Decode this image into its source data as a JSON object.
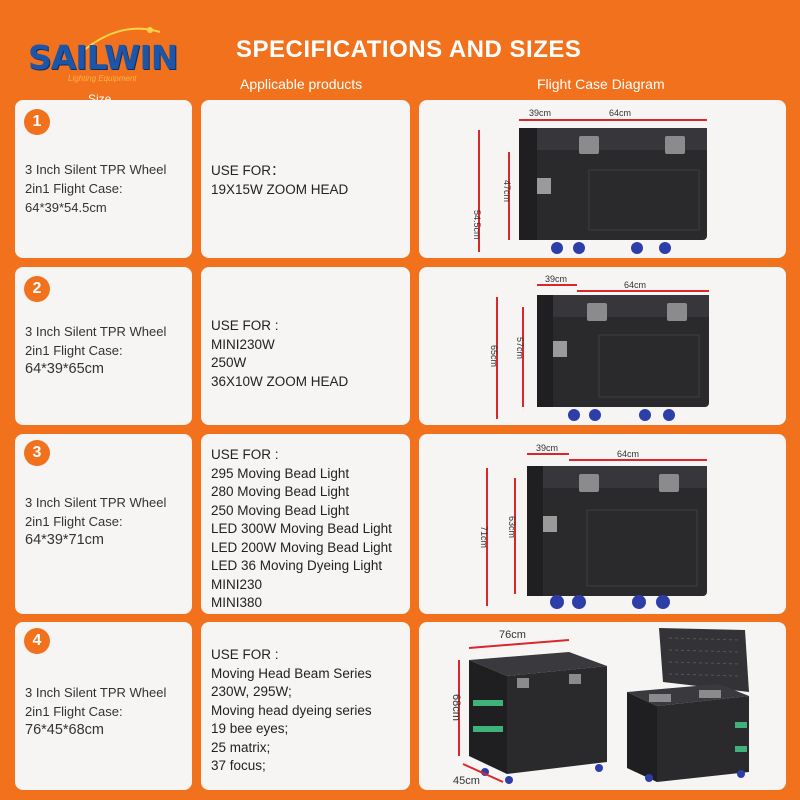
{
  "brand": {
    "name": "SAILWIN",
    "tagline": "Lighting Equipment"
  },
  "header": {
    "title": "SPECIFICATIONS AND SIZES",
    "col_size": "Size",
    "col_products": "Applicable products",
    "col_diagram": "Flight Case Diagram"
  },
  "rows": [
    {
      "num": "1",
      "size_line1": "3 Inch Silent TPR Wheel",
      "size_line2": "2in1 Flight Case:",
      "size_line3": "64*39*54.5cm",
      "use_label": "USE FOR：",
      "products": [
        "19X15W ZOOM HEAD"
      ],
      "dims": {
        "width": "64cm",
        "depth": "39cm",
        "height": "54.5cm",
        "body": "47cm"
      }
    },
    {
      "num": "2",
      "size_line1": "3 Inch Silent TPR Wheel",
      "size_line2": "2in1 Flight Case:",
      "size_line3": "64*39*65cm",
      "use_label": "USE FOR :",
      "products": [
        "MINI230W",
        "250W",
        "36X10W ZOOM HEAD"
      ],
      "dims": {
        "width": "64cm",
        "depth": "39cm",
        "height": "65cm",
        "body": "57cm"
      }
    },
    {
      "num": "3",
      "size_line1": "3 Inch Silent TPR Wheel",
      "size_line2": "2in1 Flight Case:",
      "size_line3": "64*39*71cm",
      "use_label": "USE FOR :",
      "products": [
        "295 Moving Bead Light",
        "280 Moving Bead Light",
        "250 Moving Bead Light",
        "LED 300W Moving Bead Light",
        "LED 200W Moving Bead Light",
        "LED 36 Moving Dyeing Light",
        "MINI230",
        "MINI380"
      ],
      "dims": {
        "width": "64cm",
        "depth": "39cm",
        "height": "71cm",
        "body": "63cm"
      }
    },
    {
      "num": "4",
      "size_line1": "3 Inch Silent TPR Wheel",
      "size_line2": "2in1 Flight Case:",
      "size_line3": "76*45*68cm",
      "use_label": "USE FOR :",
      "products": [
        "Moving Head Beam Series",
        "230W, 295W;",
        "Moving head dyeing series",
        "19 bee eyes;",
        "25 matrix;",
        "37 focus;"
      ],
      "dims": {
        "width": "76cm",
        "depth": "45cm",
        "height": "68cm"
      }
    }
  ],
  "colors": {
    "background": "#f1711d",
    "card": "#f6f5f4",
    "brand_blue": "#1d55a8",
    "dim_red": "#d8282c",
    "case_dark": "#2a2a2d",
    "wheel_blue": "#2d3ea8"
  }
}
